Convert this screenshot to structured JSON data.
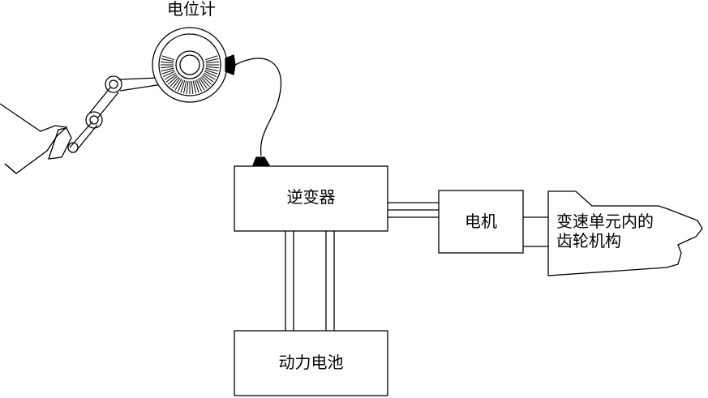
{
  "labels": {
    "potentiometer": "电位计",
    "inverter": "逆变器",
    "motor": "电机",
    "gear_line1": "变速单元内的",
    "gear_line2": "齿轮机构",
    "battery": "动力电池"
  },
  "colors": {
    "stroke": "#000000",
    "background": "#ffffff"
  }
}
